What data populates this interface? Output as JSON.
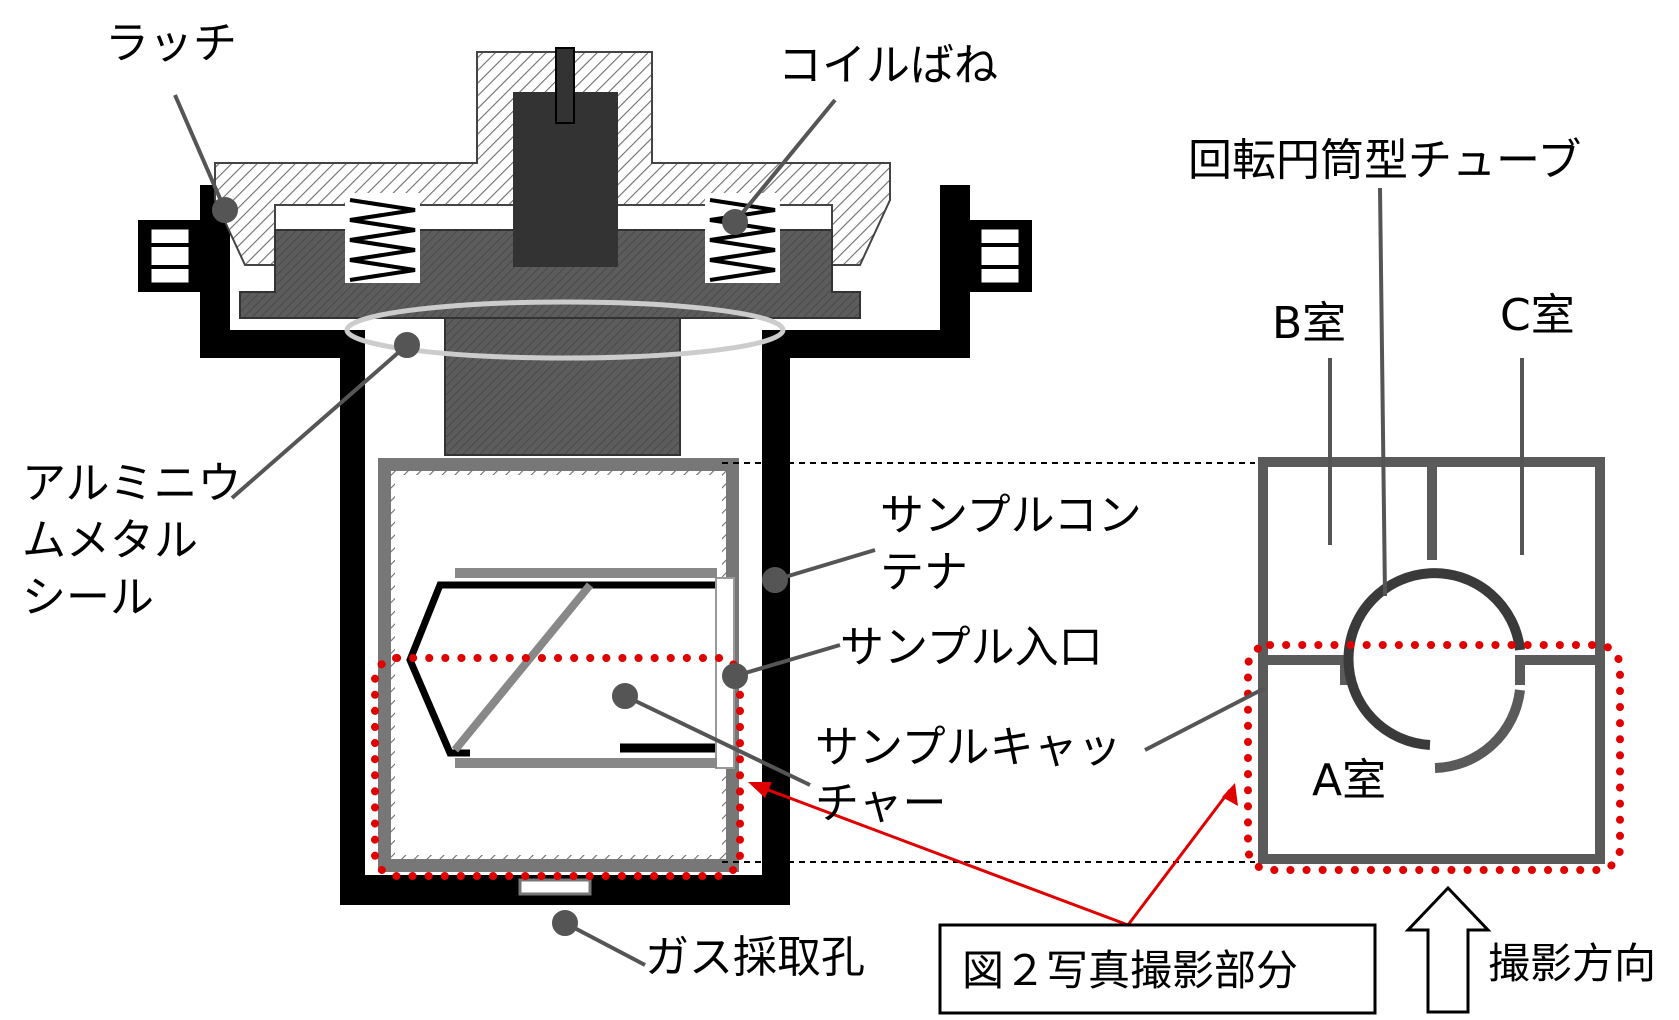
{
  "labels": {
    "latch": "ラッチ",
    "coil_spring": "コイルばね",
    "aluminium_seal_1": "アルミニウ",
    "aluminium_seal_2": "ムメタル",
    "aluminium_seal_3": "シール",
    "sample_container_1": "サンプルコン",
    "sample_container_2": "テナ",
    "sample_inlet": "サンプル入口",
    "sample_catcher_1": "サンプルキャッ",
    "sample_catcher_2": "チャー",
    "gas_port": "ガス採取孔",
    "rotating_tube": "回転円筒型チューブ",
    "chamber_b": "B室",
    "chamber_c": "C室",
    "chamber_a": "A室",
    "photo_region": "図２写真撮影部分",
    "shooting_direction": "撮影方向"
  },
  "colors": {
    "housing": "#000000",
    "part_gray": "#5a5a5a",
    "hatch": "#6e6e6e",
    "leader": "#555555",
    "highlight_dots": "#e00000",
    "arrow": "#e00000"
  }
}
